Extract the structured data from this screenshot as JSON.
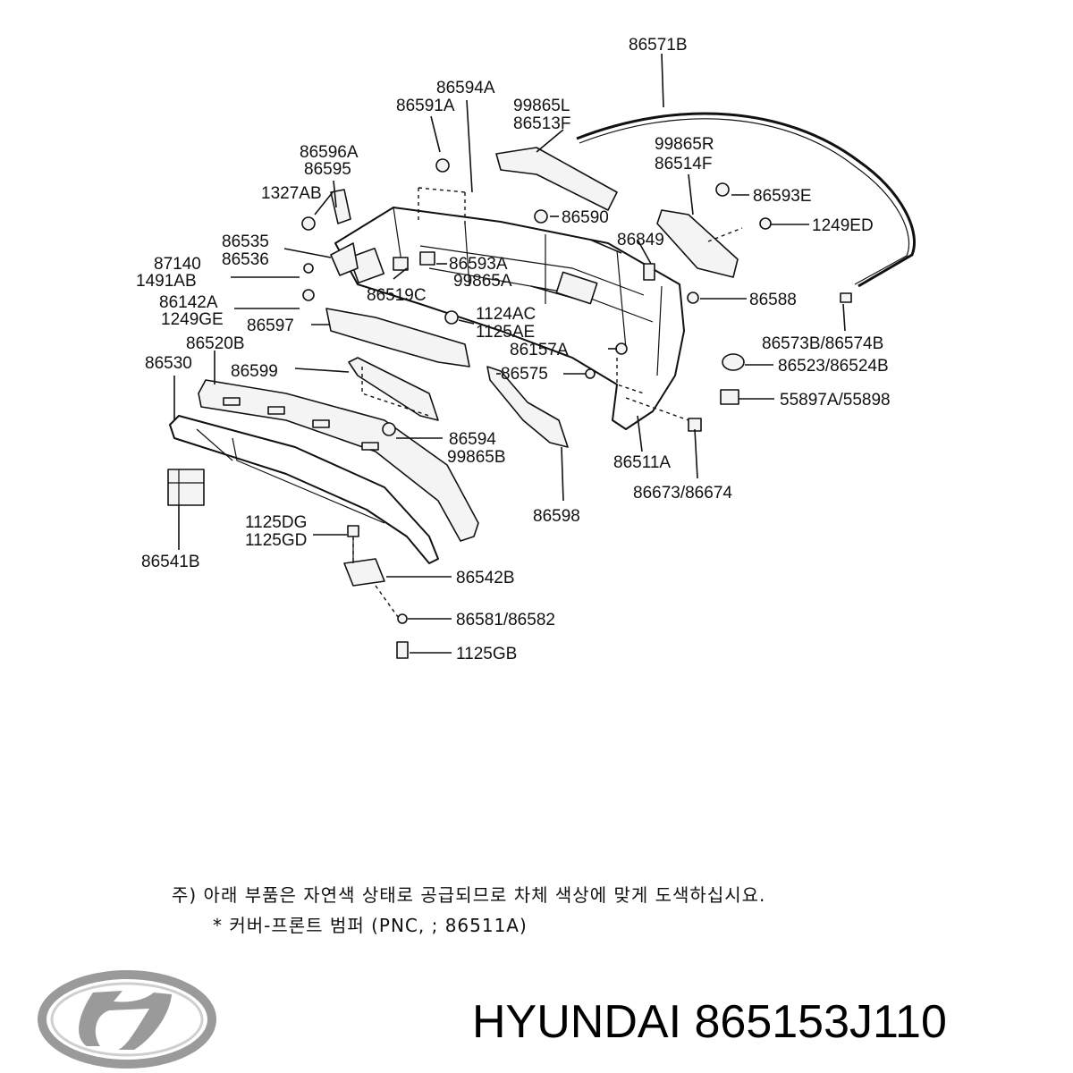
{
  "labels": {
    "p86571B": "86571B",
    "p86594A": "86594A",
    "p86591A": "86591A",
    "p99865L": "99865L",
    "p86513F": "86513F",
    "p86596A": "86596A",
    "p86595": "86595",
    "p1327AB": "1327AB",
    "p86590": "86590",
    "p99865R": "99865R",
    "p86514F": "86514F",
    "p86593E": "86593E",
    "p1249ED": "1249ED",
    "p86535": "86535",
    "p86536": "86536",
    "p86849": "86849",
    "p87140": "87140",
    "p1491AB": "1491AB",
    "p86593A": "86593A",
    "p99865A": "99865A",
    "p86519C": "86519C",
    "p86142A": "86142A",
    "p1249GE": "1249GE",
    "p86588": "86588",
    "p86597": "86597",
    "p1124AC": "1124AC",
    "p1125AE": "1125AE",
    "p86520B": "86520B",
    "p86573B": "86573B/86574B",
    "p86530": "86530",
    "p86157A": "86157A",
    "p86523": "86523/86524B",
    "p86599": "86599",
    "p86575": "86575",
    "p55897A": "55897A/55898",
    "p86594": "86594",
    "p99865B": "99865B",
    "p86511A": "86511A",
    "p86673": "86673/86674",
    "p86598": "86598",
    "p1125DG": "1125DG",
    "p1125GD": "1125GD",
    "p86541B": "86541B",
    "p86542B": "86542B",
    "p86581": "86581/86582",
    "p1125GB": "1125GB"
  },
  "note": {
    "line1": "주) 아래 부품은 자연색 상태로 공급되므로 차체 색상에 맞게 도색하십시요.",
    "line2": "* 커버-프론트 범퍼 (PNC, ; 86511A)"
  },
  "footer": {
    "brand_text": "HYUNDAI 865153J110"
  },
  "colors": {
    "ink": "#111111",
    "logo": "#9a9a9a"
  }
}
